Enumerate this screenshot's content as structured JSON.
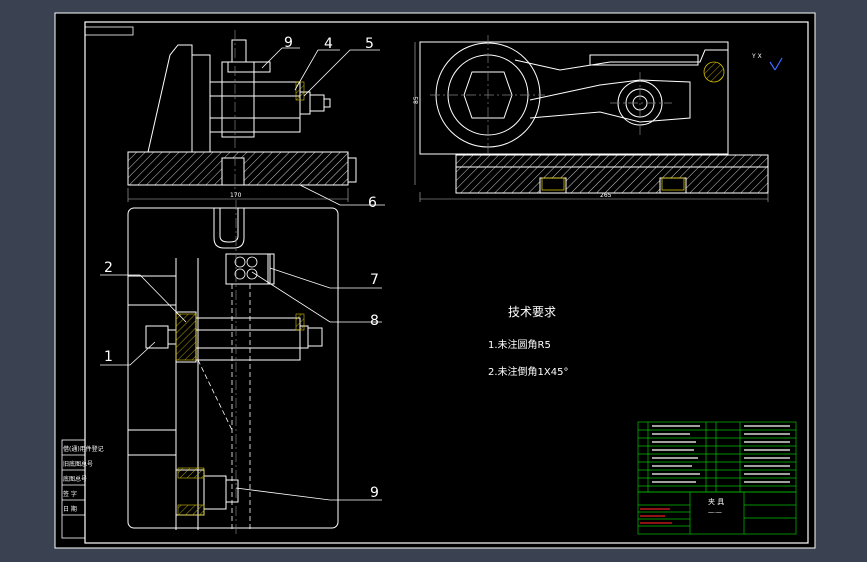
{
  "theme": {
    "viewport_bg": "#3a4150",
    "sheet_bg": "#000000",
    "line": "#ffffff",
    "dim_line": "#bbbbbb",
    "cut_line": "#7f7f7f",
    "table_green": "#00c000",
    "table_red": "#e02020",
    "hatch_yellow": "#d8c000",
    "ucs_blue": "#3b6cff"
  },
  "balloons": {
    "b9_top": "9",
    "b4": "4",
    "b5": "5",
    "b6": "6",
    "b2": "2",
    "b1": "1",
    "b7": "7",
    "b8": "8",
    "b9_bottom": "9"
  },
  "dimensions": {
    "width_front": "170",
    "width_side": "265",
    "height_side": "85"
  },
  "notes": {
    "title": "技术要求",
    "items": [
      "1.未注圆角R5",
      "2.未注倒角1X45°"
    ]
  },
  "left_strip": {
    "cells": [
      "借(通)用件登记",
      "旧底图总号",
      "底图总号",
      "签  字",
      "日  期"
    ]
  },
  "title_block": {
    "name": "夹 具",
    "code": "一·一"
  },
  "ucs_label": "Y X"
}
